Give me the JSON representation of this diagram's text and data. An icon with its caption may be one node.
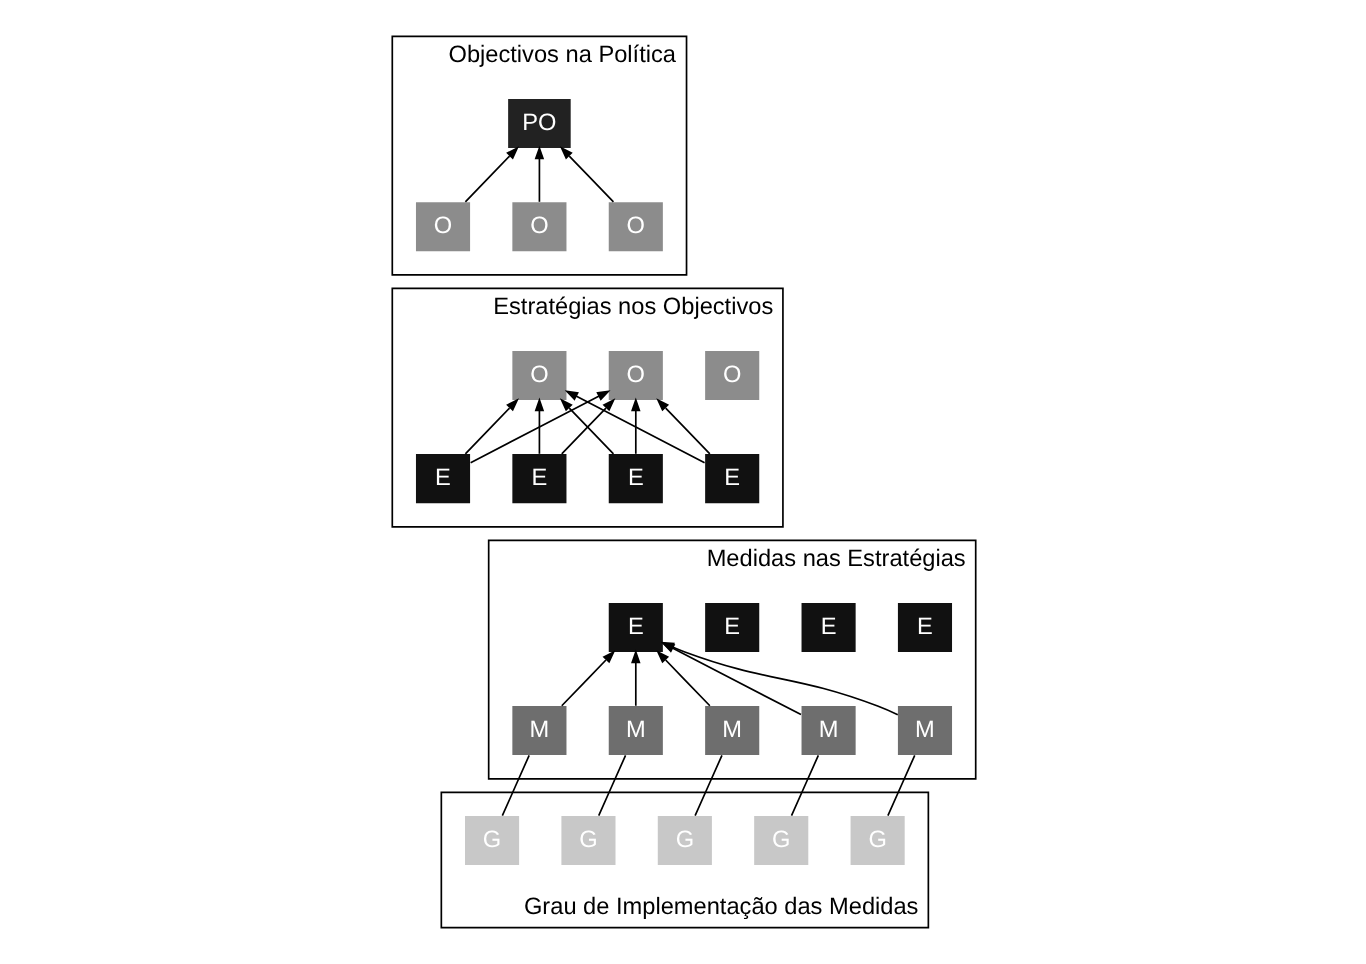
{
  "diagram": {
    "nodes": [
      {
        "text": [
          "Objectivos na Política"
        ]
      },
      {
        "text": [
          "PO"
        ],
        "in": 0
      },
      {
        "text": [
          "O"
        ],
        "in": 0
      },
      {
        "text": [
          "O"
        ],
        "in": 0
      },
      {
        "text": [
          "O"
        ],
        "in": 0
      },
      {
        "text": [
          "Estratégias nos Objectivos"
        ]
      },
      {
        "text": [
          "O"
        ],
        "in": 5
      },
      {
        "text": [
          "O"
        ],
        "in": 5
      },
      {
        "text": [
          "O"
        ],
        "in": 5
      },
      {
        "text": [
          "E"
        ],
        "in": 5
      },
      {
        "text": [
          "E"
        ],
        "in": 5
      },
      {
        "text": [
          "E"
        ],
        "in": 5
      },
      {
        "text": [
          "E"
        ],
        "in": 5
      },
      {
        "text": [
          "Medidas nas Estratégias"
        ]
      },
      {
        "text": [
          "E"
        ],
        "in": 13
      },
      {
        "text": [
          "E"
        ],
        "in": 13
      },
      {
        "text": [
          "E"
        ],
        "in": 13
      },
      {
        "text": [
          "E"
        ],
        "in": 13
      },
      {
        "text": [
          "M"
        ],
        "in": 13
      },
      {
        "text": [
          "M"
        ],
        "in": 13
      },
      {
        "text": [
          "M"
        ],
        "in": 13
      },
      {
        "text": [
          "M"
        ],
        "in": 13
      },
      {
        "text": [
          "M"
        ],
        "in": 13
      },
      {
        "text": [
          "Grau de Implementação das Medidas"
        ]
      },
      {
        "text": [
          "G"
        ],
        "in": 23
      },
      {
        "text": [
          "G"
        ],
        "in": 23
      },
      {
        "text": [
          "G"
        ],
        "in": 23
      },
      {
        "text": [
          "G"
        ],
        "in": 23
      },
      {
        "text": [
          "G"
        ],
        "in": 23
      }
    ],
    "edges": [
      {
        "from": 2,
        "to": 1,
        "arrow": "to"
      },
      {
        "from": 3,
        "to": 1,
        "arrow": "to"
      },
      {
        "from": 4,
        "to": 1,
        "arrow": "to"
      },
      {
        "from": 9,
        "to": 6,
        "arrow": "to"
      },
      {
        "from": 9,
        "to": 7,
        "arrow": "to"
      },
      {
        "from": 10,
        "to": 6,
        "arrow": "to"
      },
      {
        "from": 10,
        "to": 7,
        "arrow": "to"
      },
      {
        "from": 11,
        "to": 6,
        "arrow": "to"
      },
      {
        "from": 11,
        "to": 7,
        "arrow": "to"
      },
      {
        "from": 12,
        "to": 6,
        "arrow": "to"
      },
      {
        "from": 12,
        "to": 7,
        "arrow": "to"
      },
      {
        "from": 18,
        "to": 15,
        "arrow": "to"
      },
      {
        "from": 19,
        "to": 15,
        "arrow": "to"
      },
      {
        "from": 20,
        "to": 15,
        "arrow": "to"
      },
      {
        "from": 21,
        "to": 15,
        "arrow": "to"
      },
      {
        "from": 22,
        "to": 15,
        "arrow": "to"
      },
      {
        "from": 24,
        "to": 18,
        "arrow": "none"
      },
      {
        "from": 25,
        "to": 19,
        "arrow": "none"
      },
      {
        "from": 26,
        "to": 20,
        "arrow": "none"
      },
      {
        "from": 27,
        "to": 21,
        "arrow": "none"
      },
      {
        "from": 28,
        "to": 22,
        "arrow": "none"
      }
    ]
  }
}
